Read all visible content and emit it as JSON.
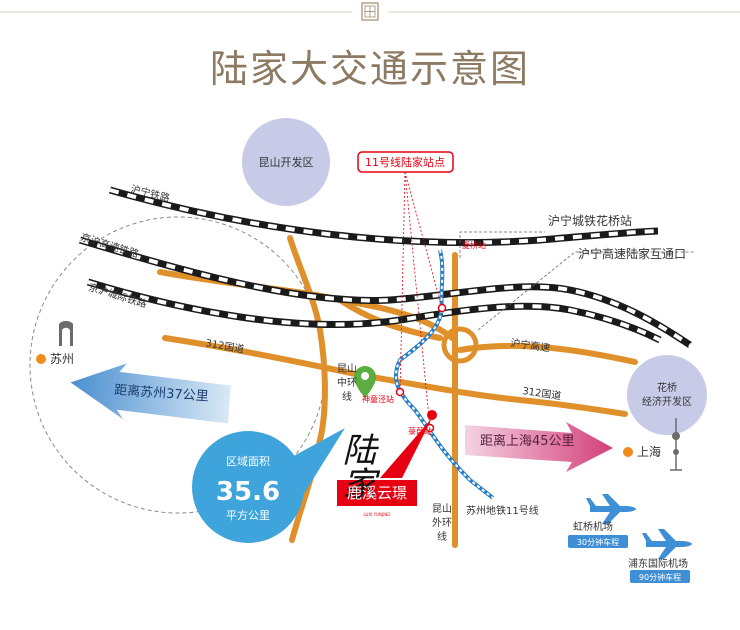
{
  "header": {
    "logo_icon": "seal-icon",
    "title": "陆家大交通示意图"
  },
  "zones": {
    "kunshan_dev": "昆山开发区",
    "huaqiao_dev_line1": "花桥",
    "huaqiao_dev_line2": "经济开发区"
  },
  "railways": {
    "huning_rail": "沪宁铁路",
    "jinghu_hsr": "京沪高速铁路",
    "huning_intercity": "京沪城际铁路",
    "huaqiao_station": "沪宁城铁花桥站",
    "huaqiao_small": "夏桥站"
  },
  "roads": {
    "g312_left": "312国道",
    "g312_right": "312国道",
    "huning_expressway": "沪宁高速",
    "lujia_interchange": "沪宁高速陆家互通口",
    "middle_ring_1": "昆山",
    "middle_ring_2": "中环",
    "middle_ring_3": "线",
    "outer_ring_1": "昆山",
    "outer_ring_2": "外环",
    "outer_ring_3": "线"
  },
  "metro": {
    "line11_callout": "11号线陆家站点",
    "line11_name": "苏州地铁11号线",
    "stop_shenjing": "神童泾站",
    "stop_lujia": "菉葭站"
  },
  "cities": {
    "suzhou": "苏州",
    "shanghai": "上海"
  },
  "distances": {
    "to_suzhou": "距离苏州37公里",
    "to_shanghai": "距离上海45公里"
  },
  "area": {
    "label": "区域面积",
    "value": "35.6",
    "unit": "平方公里"
  },
  "project": {
    "calligraphy": "陆家",
    "name": "鹿溪云璟",
    "sub": "LUXI YUNJING"
  },
  "airports": {
    "hongqiao_name": "虹桥机场",
    "hongqiao_time": "30分钟车程",
    "pudong_name": "浦东国际机场",
    "pudong_time": "90分钟车程"
  },
  "colors": {
    "road": "#e0902a",
    "rail": "#1a1a1a",
    "metro": "#2a7fc4",
    "accent_red": "#e60012",
    "zone_fill": "#c8cbe8",
    "arrow_blue": "#5b9bd5",
    "arrow_pink": "#d6467d",
    "area_blue": "#3fa4dc",
    "pin_green": "#5aad3e",
    "title_brown": "#8c7a62",
    "city_dot": "#f08c1e"
  }
}
